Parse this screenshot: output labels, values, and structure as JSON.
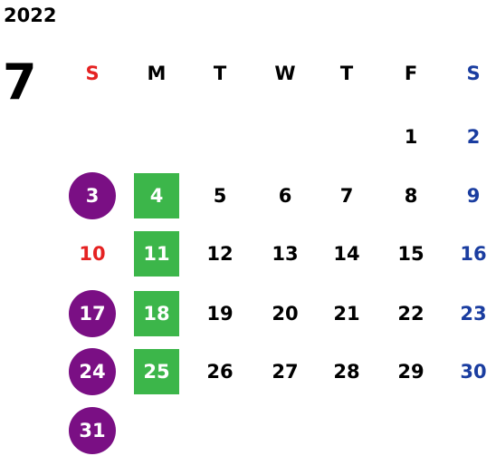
{
  "calendar": {
    "year": "2022",
    "month": "7",
    "weekdays": [
      {
        "label": "S",
        "color": "#e52222"
      },
      {
        "label": "M",
        "color": "#000000"
      },
      {
        "label": "T",
        "color": "#000000"
      },
      {
        "label": "W",
        "color": "#000000"
      },
      {
        "label": "T",
        "color": "#000000"
      },
      {
        "label": "F",
        "color": "#000000"
      },
      {
        "label": "S",
        "color": "#1a3da0"
      }
    ],
    "days": [
      {
        "num": "1",
        "col": 5,
        "row": 0
      },
      {
        "num": "2",
        "col": 6,
        "row": 0,
        "color": "#1a3da0"
      },
      {
        "num": "3",
        "col": 0,
        "row": 1,
        "mark": "circle",
        "color": "#ffffff"
      },
      {
        "num": "4",
        "col": 1,
        "row": 1,
        "mark": "square",
        "color": "#ffffff"
      },
      {
        "num": "5",
        "col": 2,
        "row": 1
      },
      {
        "num": "6",
        "col": 3,
        "row": 1
      },
      {
        "num": "7",
        "col": 4,
        "row": 1
      },
      {
        "num": "8",
        "col": 5,
        "row": 1
      },
      {
        "num": "9",
        "col": 6,
        "row": 1,
        "color": "#1a3da0"
      },
      {
        "num": "10",
        "col": 0,
        "row": 2,
        "color": "#e52222"
      },
      {
        "num": "11",
        "col": 1,
        "row": 2,
        "mark": "square",
        "color": "#ffffff"
      },
      {
        "num": "12",
        "col": 2,
        "row": 2
      },
      {
        "num": "13",
        "col": 3,
        "row": 2
      },
      {
        "num": "14",
        "col": 4,
        "row": 2
      },
      {
        "num": "15",
        "col": 5,
        "row": 2
      },
      {
        "num": "16",
        "col": 6,
        "row": 2,
        "color": "#1a3da0"
      },
      {
        "num": "17",
        "col": 0,
        "row": 3,
        "mark": "circle",
        "color": "#ffffff"
      },
      {
        "num": "18",
        "col": 1,
        "row": 3,
        "mark": "square",
        "color": "#ffffff"
      },
      {
        "num": "19",
        "col": 2,
        "row": 3
      },
      {
        "num": "20",
        "col": 3,
        "row": 3
      },
      {
        "num": "21",
        "col": 4,
        "row": 3
      },
      {
        "num": "22",
        "col": 5,
        "row": 3
      },
      {
        "num": "23",
        "col": 6,
        "row": 3,
        "color": "#1a3da0"
      },
      {
        "num": "24",
        "col": 0,
        "row": 4,
        "mark": "circle",
        "color": "#ffffff"
      },
      {
        "num": "25",
        "col": 1,
        "row": 4,
        "mark": "square",
        "color": "#ffffff"
      },
      {
        "num": "26",
        "col": 2,
        "row": 4
      },
      {
        "num": "27",
        "col": 3,
        "row": 4
      },
      {
        "num": "28",
        "col": 4,
        "row": 4
      },
      {
        "num": "29",
        "col": 5,
        "row": 4
      },
      {
        "num": "30",
        "col": 6,
        "row": 4,
        "color": "#1a3da0"
      },
      {
        "num": "31",
        "col": 0,
        "row": 5,
        "mark": "circle",
        "color": "#ffffff"
      }
    ],
    "mark_colors": {
      "circle": "#7a0f84",
      "square": "#3cb64a"
    }
  }
}
